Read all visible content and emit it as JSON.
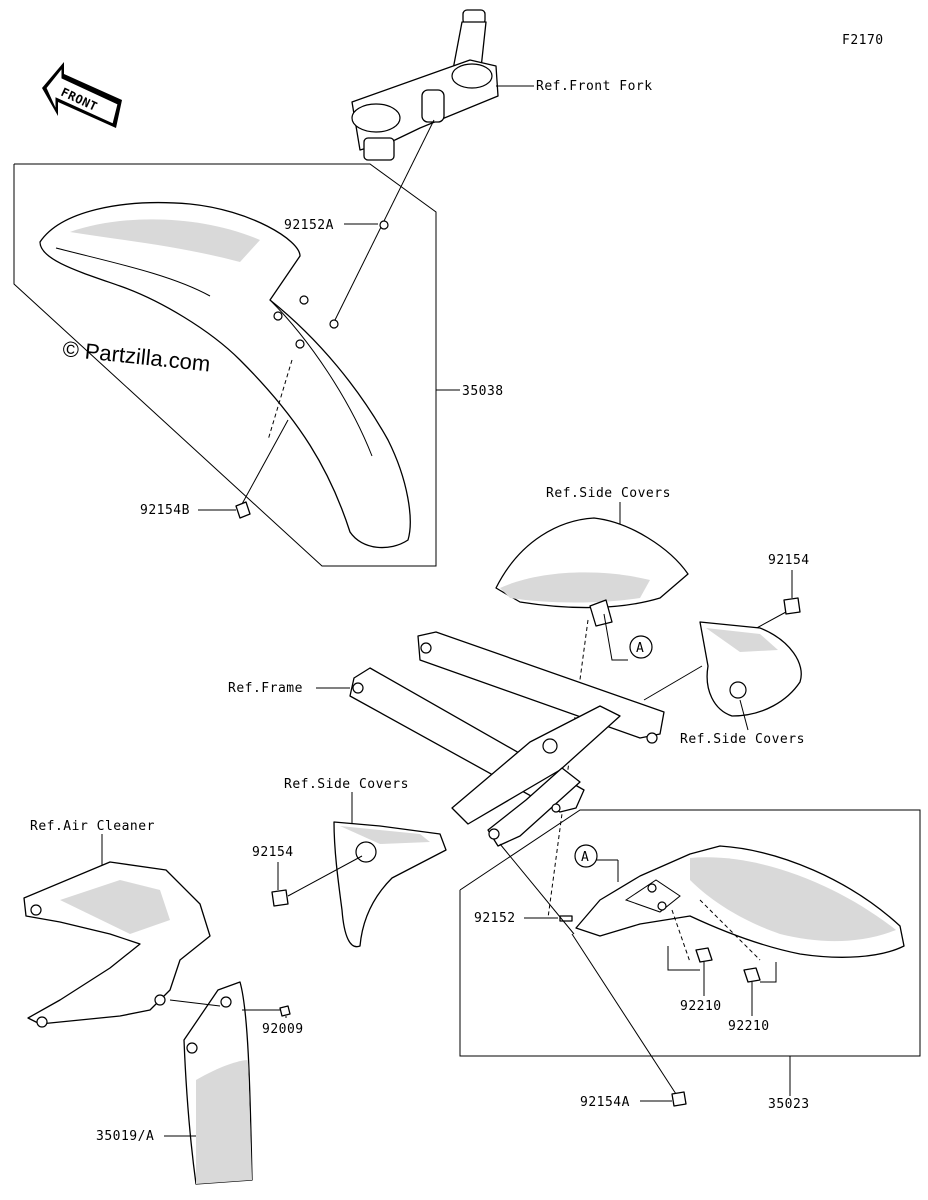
{
  "diagram_code": "F2170",
  "watermark": "© Partzilla.com",
  "front_arrow": "FRONT",
  "callouts": {
    "ref_front_fork": "Ref.Front Fork",
    "p92152A": "92152A",
    "p35038": "35038",
    "p92154B": "92154B",
    "ref_side_covers_top": "Ref.Side Covers",
    "p92154_right": "92154",
    "marker_a1": "A",
    "ref_frame": "Ref.Frame",
    "ref_side_covers_right": "Ref.Side Covers",
    "ref_side_covers_left": "Ref.Side Covers",
    "ref_air_cleaner": "Ref.Air Cleaner",
    "p92154_left": "92154",
    "marker_a2": "A",
    "p92152": "92152",
    "p92210_a": "92210",
    "p92210_b": "92210",
    "p92009": "92009",
    "p35019A": "35019/A",
    "p92154A": "92154A",
    "p35023": "35023"
  }
}
